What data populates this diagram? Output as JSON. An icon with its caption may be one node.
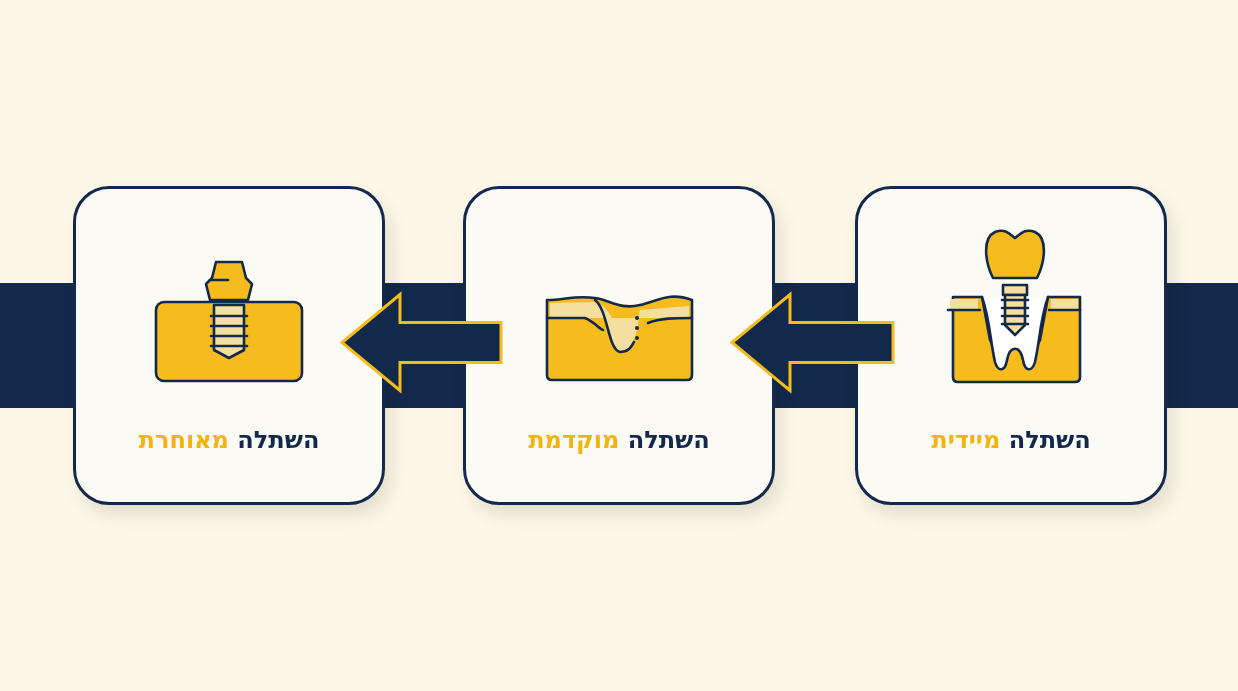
{
  "diagram": {
    "nodes": [
      {
        "text": [
          "השתלה",
          "מיידית"
        ]
      },
      {
        "text": [
          "השתלה",
          "מוקדמת"
        ]
      },
      {
        "text": [
          "השתלה",
          "מאוחרת"
        ]
      }
    ],
    "edges": [
      {
        "from": 0,
        "to": 1,
        "arrow": "to"
      },
      {
        "from": 1,
        "to": 2,
        "arrow": "to"
      }
    ]
  }
}
